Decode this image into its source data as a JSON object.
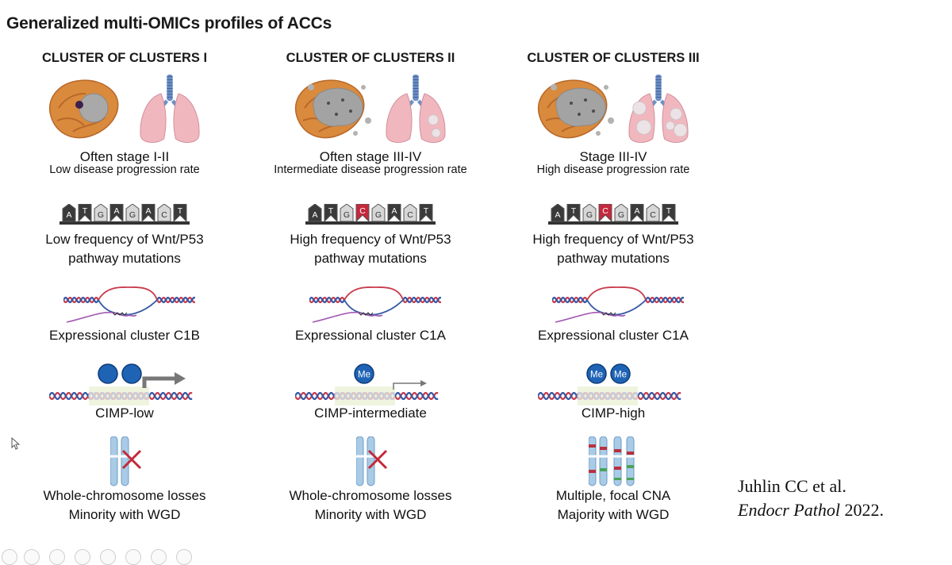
{
  "title": "Generalized multi-OMICs profiles of ACCs",
  "clusters": [
    {
      "heading": "CLUSTER OF CLUSTERS I",
      "stage": "Often stage I-II",
      "progression": "Low disease progression rate",
      "dna_letters": [
        "A",
        "T",
        "G",
        "A",
        "G",
        "A",
        "C",
        "T"
      ],
      "mutation_line1": "Low frequency of Wnt/P53",
      "mutation_line2": "pathway mutations",
      "expression": "Expressional cluster C1B",
      "methyl_marks": [
        "",
        ""
      ],
      "cimp": "CIMP-low",
      "cna_line1": "Whole-chromosome losses",
      "cna_line2": "Minority with WGD"
    },
    {
      "heading": "CLUSTER OF CLUSTERS II",
      "stage": "Often stage III-IV",
      "progression": "Intermediate disease progression rate",
      "dna_letters": [
        "A",
        "T",
        "G",
        "C",
        "G",
        "A",
        "C",
        "T"
      ],
      "mutation_line1": "High frequency of Wnt/P53",
      "mutation_line2": "pathway mutations",
      "expression": "Expressional cluster C1A",
      "methyl_marks": [
        "Me"
      ],
      "cimp": "CIMP-intermediate",
      "cna_line1": "Whole-chromosome losses",
      "cna_line2": "Minority with WGD"
    },
    {
      "heading": "CLUSTER OF CLUSTERS III",
      "stage": "Stage III-IV",
      "progression": "High disease progression rate",
      "dna_letters": [
        "A",
        "T",
        "G",
        "C",
        "G",
        "A",
        "C",
        "T"
      ],
      "mutation_line1": "High frequency of Wnt/P53",
      "mutation_line2": "pathway mutations",
      "expression": "Expressional cluster C1A",
      "methyl_marks": [
        "Me",
        "Me"
      ],
      "cimp": "CIMP-high",
      "cna_line1": "Multiple, focal CNA",
      "cna_line2": "Majority with WGD"
    }
  ],
  "citation": {
    "authors": "Juhlin CC et al.",
    "journal": "Endocr Pathol",
    "year": " 2022."
  },
  "colors": {
    "adrenal": "#d98a3c",
    "lung": "#f1b7bf",
    "trachea": "#6c8fc6",
    "mutant_base": "#c5283d",
    "methyl": "#1f63b5",
    "dna_red": "#c83c4c",
    "dna_blue": "#3457a6"
  },
  "icons": [
    "adrenal-tumor-icon",
    "lung-icon",
    "dna-sequence-icon",
    "rna-transcription-icon",
    "methylation-icon",
    "chromosome-icon"
  ]
}
